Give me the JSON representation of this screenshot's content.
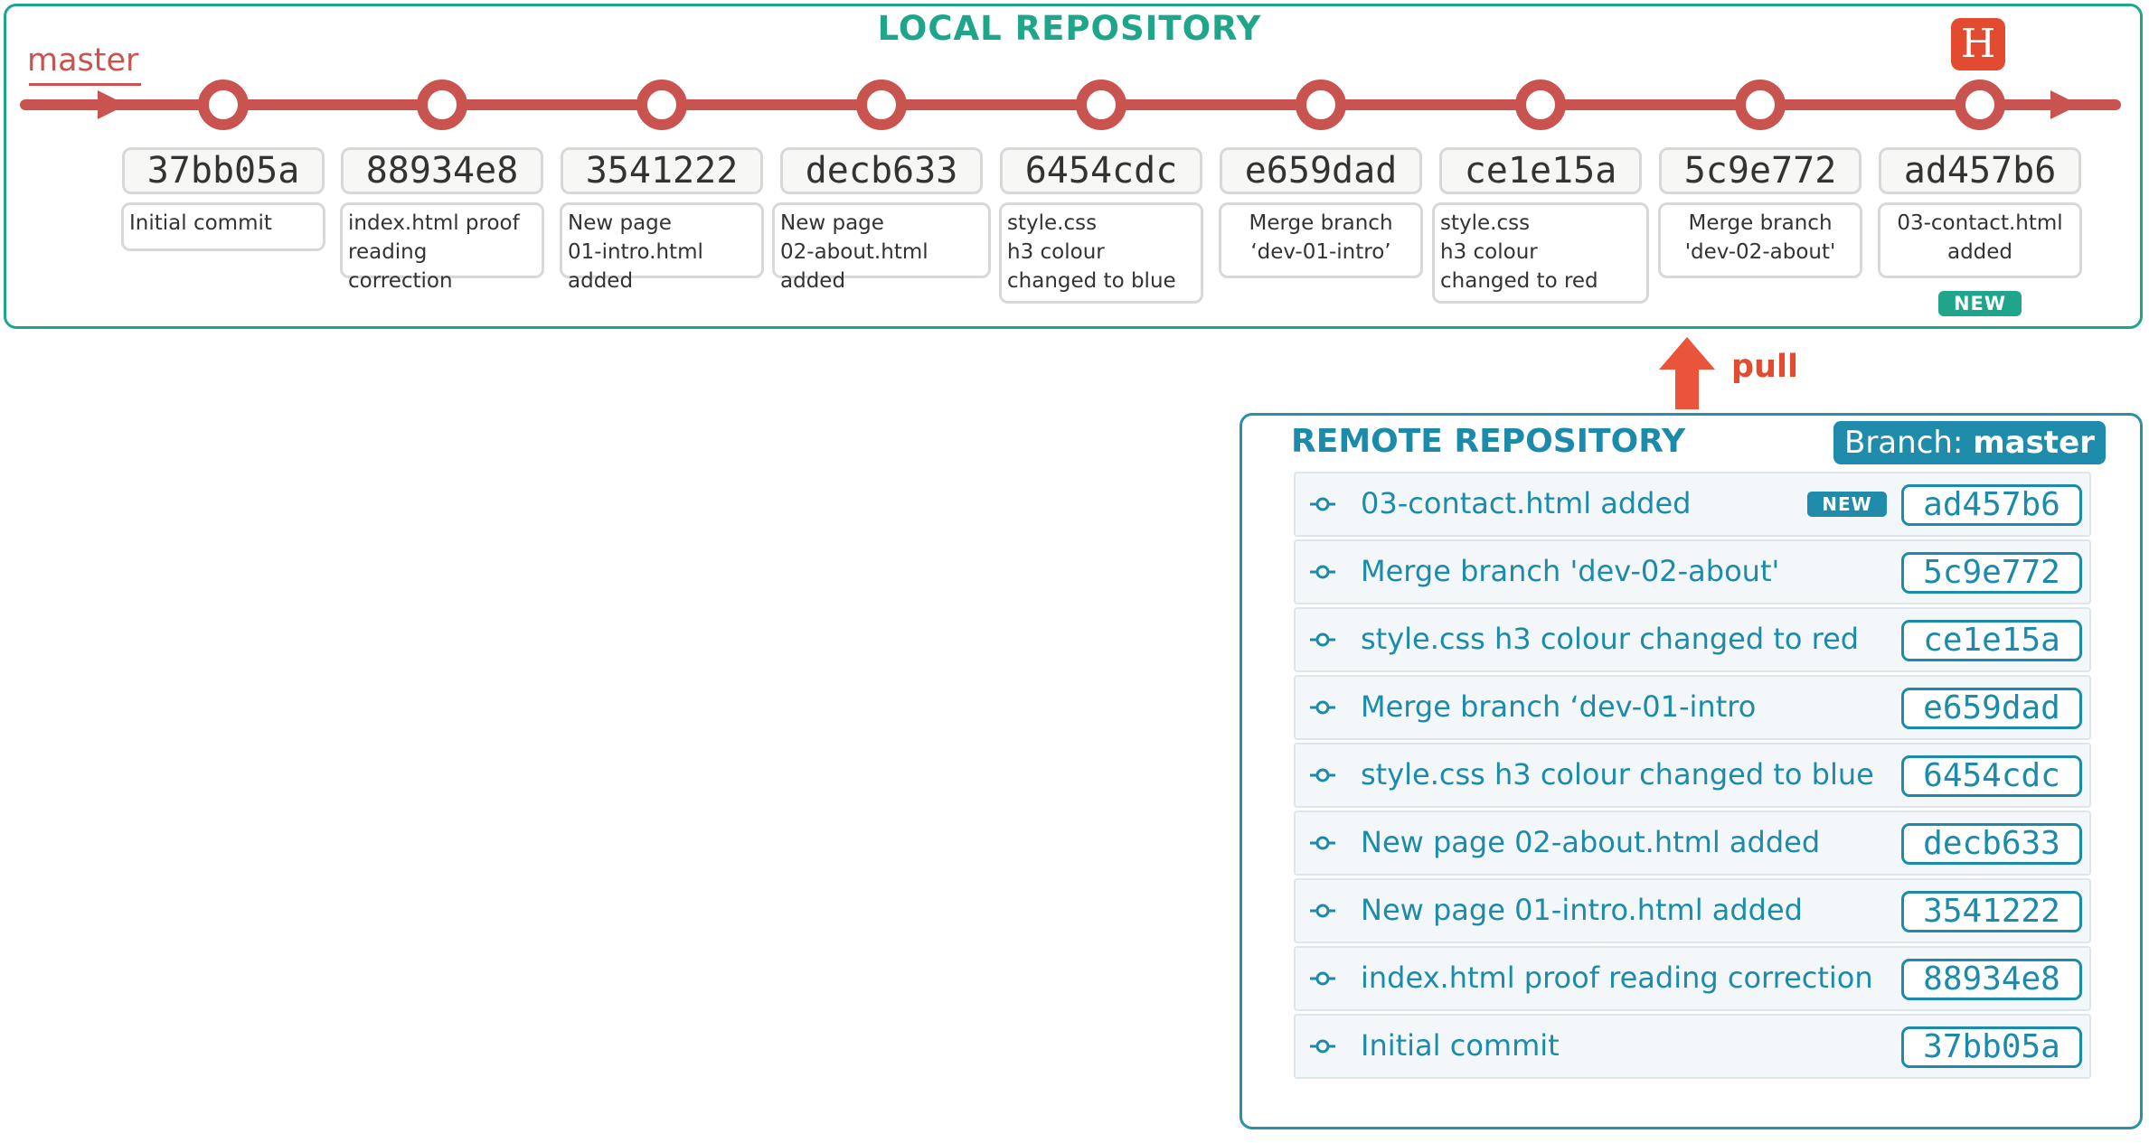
{
  "local": {
    "title": "LOCAL REPOSITORY",
    "branch": "master",
    "head_marker": "H",
    "new_badge": "NEW",
    "commits": [
      {
        "hash": "37bb05a",
        "message": "Initial commit"
      },
      {
        "hash": "88934e8",
        "message": "index.html proof\nreading correction"
      },
      {
        "hash": "3541222",
        "message": "New page\n01-intro.html added"
      },
      {
        "hash": "decb633",
        "message": "New page\n02-about.html added"
      },
      {
        "hash": "6454cdc",
        "message": "style.css\nh3 colour\nchanged to blue"
      },
      {
        "hash": "e659dad",
        "message": "Merge branch\n‘dev-01-intro’"
      },
      {
        "hash": "ce1e15a",
        "message": "style.css\nh3 colour\nchanged to red"
      },
      {
        "hash": "5c9e772",
        "message": "Merge branch\n'dev-02-about'"
      },
      {
        "hash": "ad457b6",
        "message": "03-contact.html\nadded"
      }
    ]
  },
  "pull_label": "pull",
  "remote": {
    "title": "REMOTE REPOSITORY",
    "branch_prefix": "Branch:",
    "branch_name": "master",
    "new_badge": "NEW",
    "commits": [
      {
        "message": "03-contact.html added",
        "hash": "ad457b6"
      },
      {
        "message": "Merge branch 'dev-02-about'",
        "hash": "5c9e772"
      },
      {
        "message": "style.css h3 colour changed to red",
        "hash": "ce1e15a"
      },
      {
        "message": "Merge branch ‘dev-01-intro",
        "hash": "e659dad"
      },
      {
        "message": "style.css h3 colour changed to blue",
        "hash": "6454cdc"
      },
      {
        "message": "New page 02-about.html added",
        "hash": "decb633"
      },
      {
        "message": "New page 01-intro.html added",
        "hash": "3541222"
      },
      {
        "message": "index.html proof reading correction",
        "hash": "88934e8"
      },
      {
        "message": "Initial commit",
        "hash": "37bb05a"
      }
    ]
  },
  "colors": {
    "local_accent": "#1fa68a",
    "timeline": "#c8534f",
    "head": "#e24b2f",
    "remote_accent": "#1c8bab"
  }
}
